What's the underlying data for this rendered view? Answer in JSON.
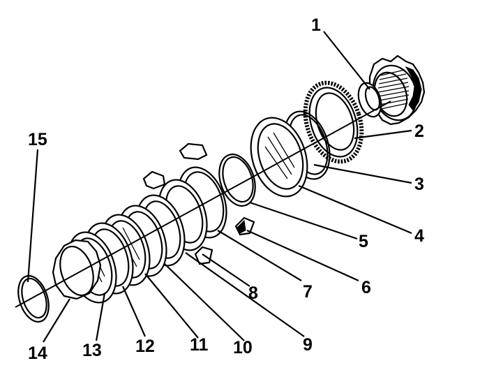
{
  "callouts": [
    {
      "id": "1",
      "text": "1"
    },
    {
      "id": "2",
      "text": "2"
    },
    {
      "id": "3",
      "text": "3"
    },
    {
      "id": "4",
      "text": "4"
    },
    {
      "id": "5",
      "text": "5"
    },
    {
      "id": "6",
      "text": "6"
    },
    {
      "id": "7",
      "text": "7"
    },
    {
      "id": "8",
      "text": "8"
    },
    {
      "id": "9",
      "text": "9"
    },
    {
      "id": "10",
      "text": "10"
    },
    {
      "id": "11",
      "text": "11"
    },
    {
      "id": "12",
      "text": "12"
    },
    {
      "id": "13",
      "text": "13"
    },
    {
      "id": "14",
      "text": "14"
    },
    {
      "id": "15",
      "text": "15"
    }
  ],
  "colors": {
    "ink": "#000000",
    "background": "#ffffff"
  }
}
